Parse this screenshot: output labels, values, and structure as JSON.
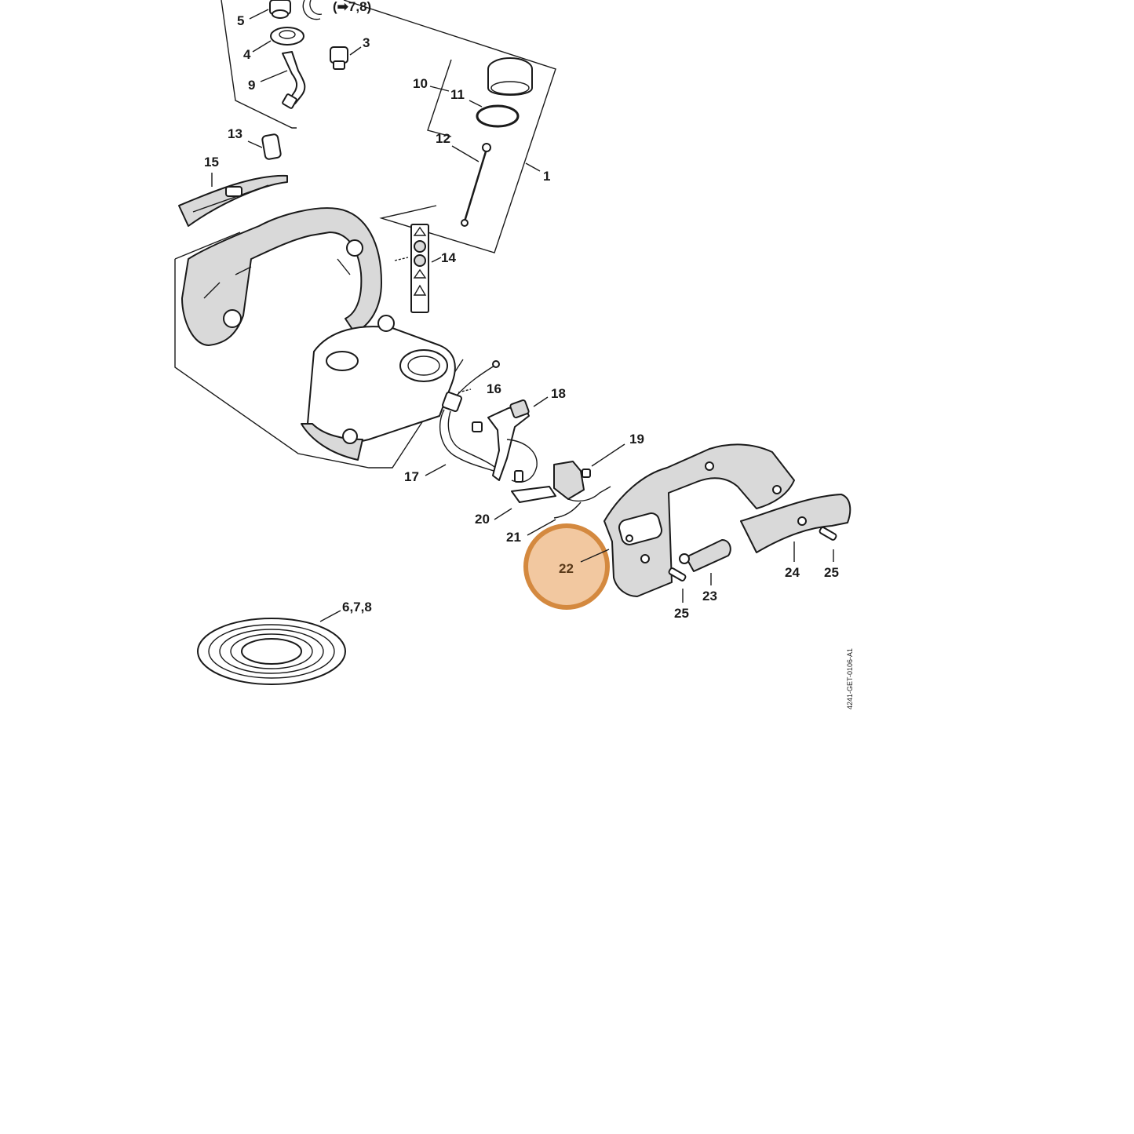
{
  "diagram": {
    "labels": {
      "p1": "1",
      "p3": "3",
      "p4": "4",
      "p5": "5",
      "p9": "9",
      "p10": "10",
      "p11": "11",
      "p12": "12",
      "p13": "13",
      "p14": "14",
      "p15": "15",
      "p16": "16",
      "p17": "17",
      "p18": "18",
      "p19": "19",
      "p20": "20",
      "p21": "21",
      "p22": "22",
      "p23": "23",
      "p24": "24",
      "p25a": "25",
      "p25b": "25",
      "p678": "6,7,8",
      "ref78": "(➡7,8)"
    },
    "drawing_code": "4241-GET-0106-A1",
    "highlight": {
      "label": "22",
      "fill_color": "#f2c8a0",
      "ring_color": "#d4893f"
    },
    "colors": {
      "line": "#1a1a1a",
      "background": "#ffffff"
    }
  }
}
